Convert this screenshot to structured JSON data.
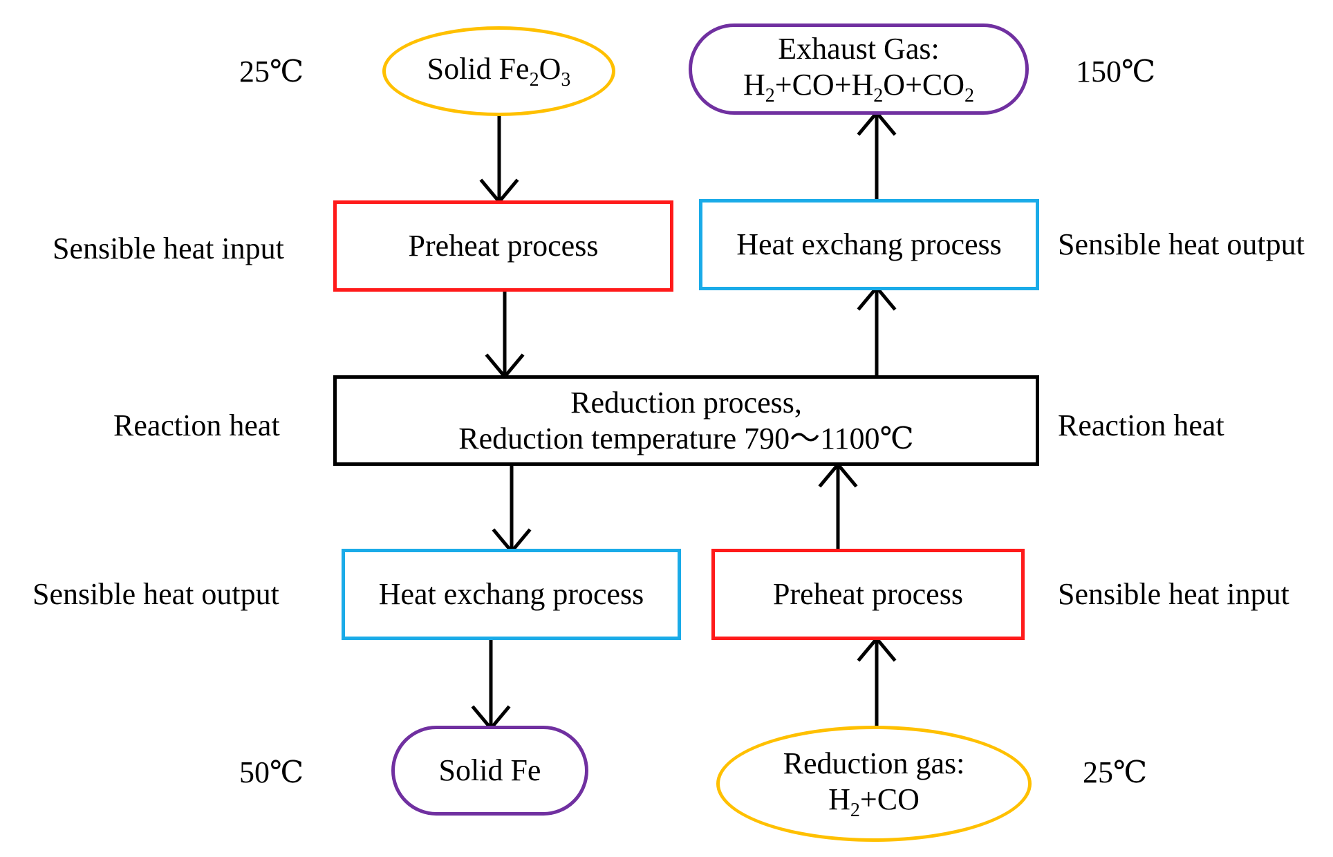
{
  "nodes": {
    "solid_fe2o3": {
      "prefix": "Solid Fe",
      "sub1": "2",
      "mid": "O",
      "sub2": "3"
    },
    "exhaust_gas": {
      "line1": "Exhaust Gas:",
      "line2": {
        "a": "H",
        "s1": "2",
        "b": "+CO+H",
        "s2": "2",
        "c": "O+CO",
        "s3": "2"
      }
    },
    "preheat_top": "Preheat process",
    "heat_exchange_top": "Heat exchang process",
    "reduction": {
      "line1": "Reduction process,",
      "line2": "Reduction temperature 790～1100℃"
    },
    "heat_exchange_bottom": "Heat exchang process",
    "preheat_bottom": "Preheat process",
    "solid_fe": "Solid Fe",
    "reduction_gas": {
      "line1": "Reduction gas:",
      "line2": {
        "a": "H",
        "s1": "2",
        "b": "+CO"
      }
    }
  },
  "side_labels": {
    "temp_fe2o3": "25℃",
    "temp_exhaust": "150℃",
    "sensible_heat_input_left": "Sensible heat input",
    "sensible_heat_output_right": "Sensible heat output",
    "reaction_heat_left": "Reaction heat",
    "reaction_heat_right": "Reaction heat",
    "sensible_heat_output_left": "Sensible heat output",
    "sensible_heat_input_right": "Sensible heat input",
    "temp_fe": "50℃",
    "temp_reduction_gas": "25℃"
  },
  "colors": {
    "oval_border": "#ffc000",
    "pill_border": "#7030a0",
    "preheat_border": "#ff1a1a",
    "heat_exchange_border": "#1aabe8",
    "reduction_border": "#000000"
  }
}
